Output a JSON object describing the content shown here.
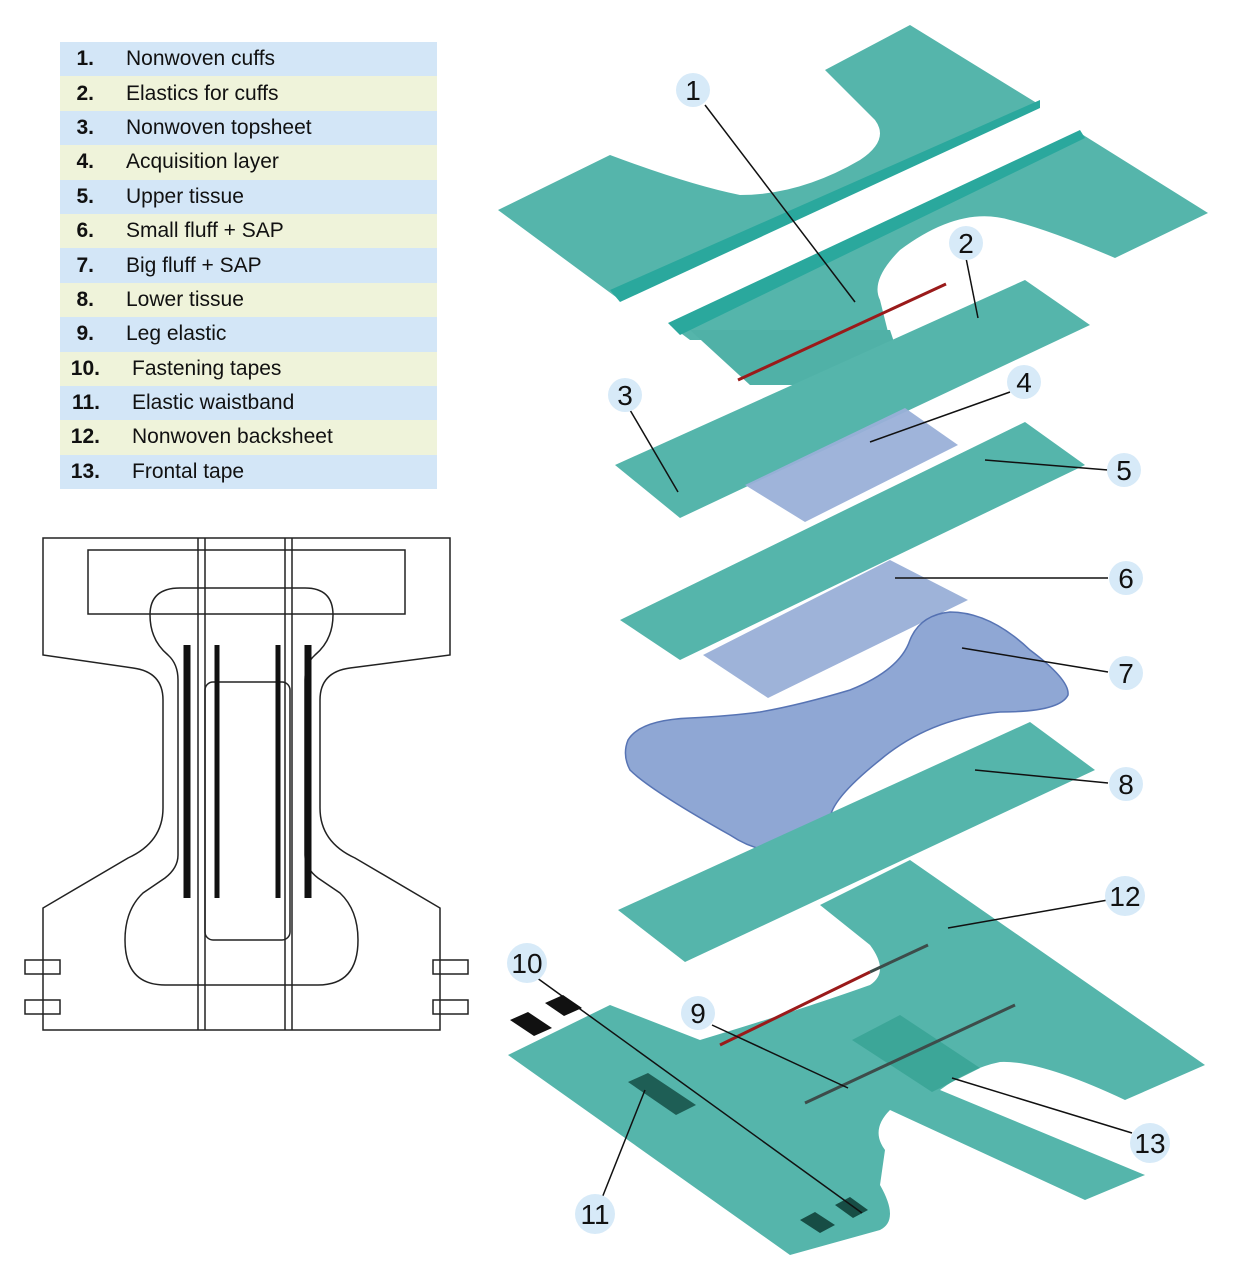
{
  "legend": {
    "items": [
      {
        "num": "1.",
        "label": "Nonwoven cuffs"
      },
      {
        "num": "2.",
        "label": "Elastics for cuffs"
      },
      {
        "num": "3.",
        "label": "Nonwoven topsheet"
      },
      {
        "num": "4.",
        "label": "Acquisition layer"
      },
      {
        "num": "5.",
        "label": "Upper tissue"
      },
      {
        "num": "6.",
        "label": "Small fluff + SAP"
      },
      {
        "num": "7.",
        "label": "Big fluff + SAP"
      },
      {
        "num": "8.",
        "label": "Lower tissue"
      },
      {
        "num": "9.",
        "label": "Leg elastic"
      },
      {
        "num": "10.",
        "label": "Fastening tapes"
      },
      {
        "num": "11.",
        "label": "Elastic waistband"
      },
      {
        "num": "12.",
        "label": "Nonwoven backsheet"
      },
      {
        "num": "13.",
        "label": "Frontal tape"
      }
    ]
  },
  "callouts": {
    "c1": "1",
    "c2": "2",
    "c3": "3",
    "c4": "4",
    "c5": "5",
    "c6": "6",
    "c7": "7",
    "c8": "8",
    "c9": "9",
    "c10": "10",
    "c11": "11",
    "c12": "12",
    "c13": "13"
  },
  "colors": {
    "layer_green": "#4fb3a8",
    "core_blue": "#98aed6",
    "elastic_red": "#8a1f1f",
    "callout_circle": "#d7eaf8"
  }
}
